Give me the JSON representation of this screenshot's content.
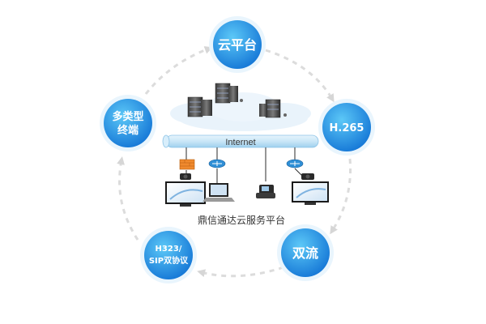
{
  "nodes": {
    "cloud_platform": "云平台",
    "h265": "H.265",
    "dual_stream": "双流",
    "protocols_line1": "H323/",
    "protocols_line2": "SIP双协议",
    "terminals_line1": "多类型",
    "terminals_line2": "终端"
  },
  "network": {
    "internet_label": "Internet",
    "platform_caption": "鼎信通达云服务平台"
  },
  "colors": {
    "node_gradient_top": "#3fb6f2",
    "node_gradient_bottom": "#1578d8",
    "node_ring": "#e9f5fd",
    "cycle_arrow": "#dcdcdc",
    "pipe": "#bfe1f5",
    "cloud": "#e9f3fb"
  },
  "icons": {
    "servers": "server-rack-icon",
    "firewall": "firewall-icon",
    "router": "router-icon",
    "tv": "video-conference-tv-icon",
    "laptop": "laptop-icon",
    "phone": "ip-phone-icon",
    "camera": "conference-camera-icon"
  }
}
